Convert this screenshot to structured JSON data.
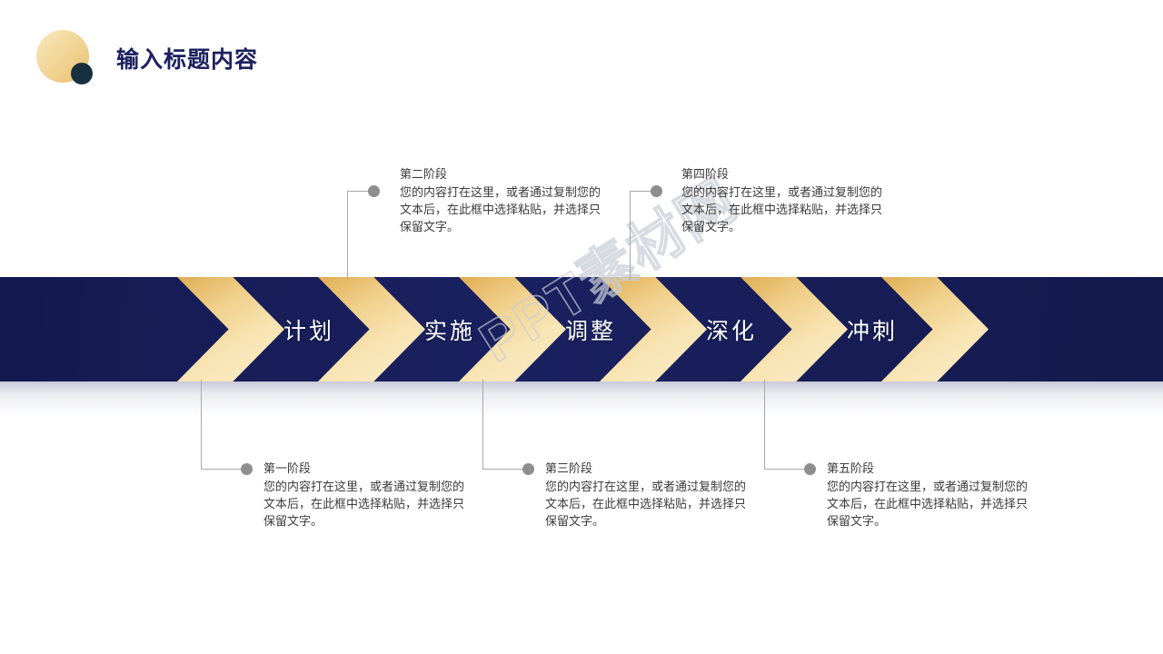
{
  "header": {
    "title": "输入标题内容",
    "logo": {
      "big_color": "#f0d296",
      "dot_color": "#17303f"
    }
  },
  "theme": {
    "navy": "#151a4f",
    "gold": "#f2d79b",
    "gold_dark": "#e0ad53",
    "text_gray": "#3b3b3b",
    "connector_gray": "#a8a8a8",
    "dot_gray": "#8e8e8e"
  },
  "watermark": {
    "text": "PPT素材网"
  },
  "band": {
    "labels": [
      {
        "text": "计划"
      },
      {
        "text": "实施"
      },
      {
        "text": "调整"
      },
      {
        "text": "深化"
      },
      {
        "text": "冲刺"
      }
    ]
  },
  "stages": [
    {
      "id": "stage-1",
      "title": "第一阶段",
      "body": "您的内容打在这里，或者通过复制您的文本后，在此框中选择粘贴，并选择只保留文字。",
      "position": "bottom"
    },
    {
      "id": "stage-2",
      "title": "第二阶段",
      "body": "您的内容打在这里，或者通过复制您的文本后，在此框中选择粘贴，并选择只保留文字。",
      "position": "top"
    },
    {
      "id": "stage-3",
      "title": "第三阶段",
      "body": "您的内容打在这里，或者通过复制您的文本后，在此框中选择粘贴，并选择只保留文字。",
      "position": "bottom"
    },
    {
      "id": "stage-4",
      "title": "第四阶段",
      "body": "您的内容打在这里，或者通过复制您的文本后，在此框中选择粘贴，并选择只保留文字。",
      "position": "top"
    },
    {
      "id": "stage-5",
      "title": "第五阶段",
      "body": "您的内容打在这里，或者通过复制您的文本后，在此框中选择粘贴，并选择只保留文字。",
      "position": "bottom"
    }
  ]
}
